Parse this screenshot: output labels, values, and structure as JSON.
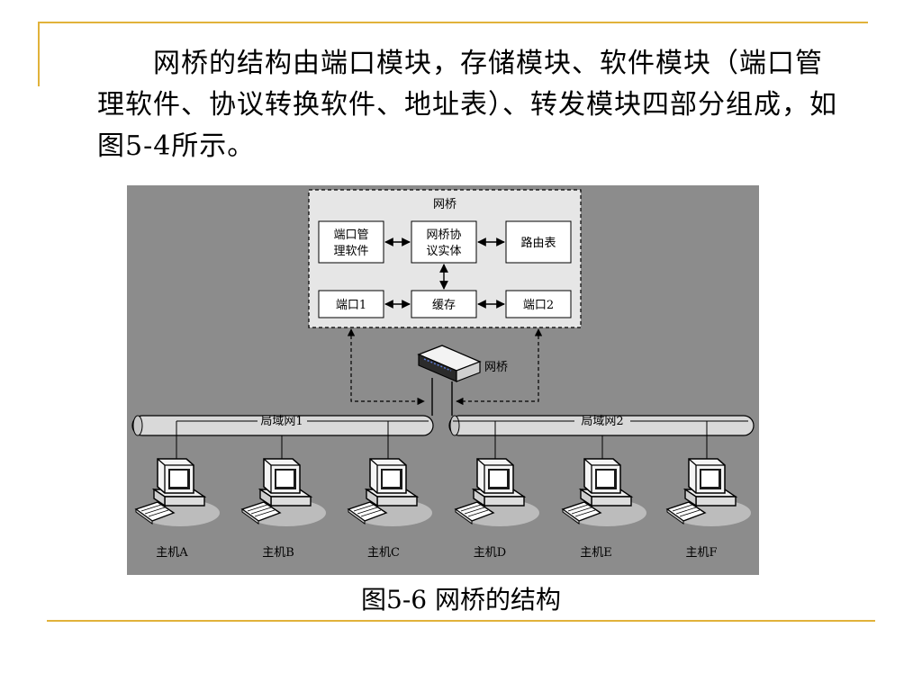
{
  "slide": {
    "paragraph": "网桥的结构由端口模块，存储模块、软件模块（端口管理软件、协议转换软件、地址表）、转发模块四部分组成，如图5-4所示。",
    "caption": "图5-6 网桥的结构",
    "accent_color": "#e1b23a"
  },
  "diagram": {
    "bridge_box_title": "网桥",
    "modules": {
      "port_mgmt_line1": "端口管",
      "port_mgmt_line2": "理软件",
      "protocol_line1": "网桥协",
      "protocol_line2": "议实体",
      "routing_table": "路由表",
      "port1": "端口1",
      "cache": "缓存",
      "port2": "端口2"
    },
    "bridge_device_label": "网桥",
    "lan1_label": "局域网1",
    "lan2_label": "局域网2",
    "hosts": [
      "主机A",
      "主机B",
      "主机C",
      "主机D",
      "主机E",
      "主机F"
    ],
    "colors": {
      "background": "#8c8c8c",
      "bridge_box": "#e6e6e6",
      "module_box": "#ffffff",
      "lan_bus": "#d9d9d9"
    }
  }
}
